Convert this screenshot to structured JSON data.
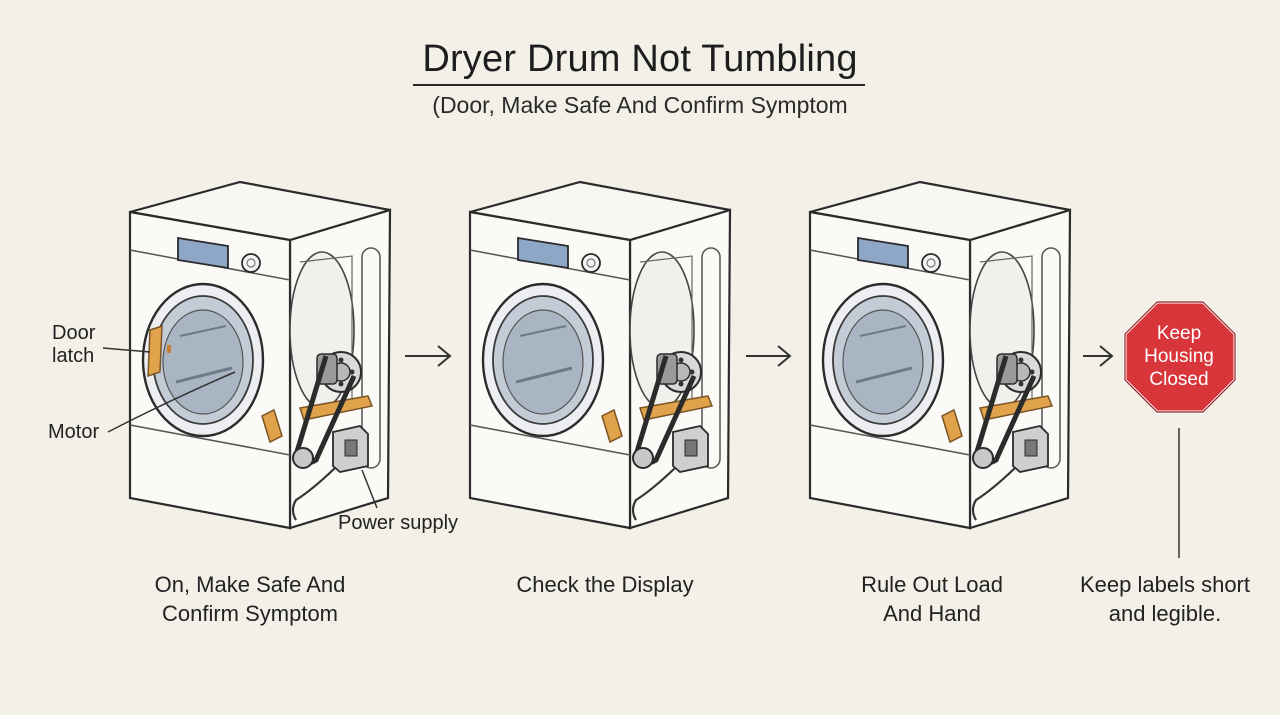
{
  "title": "Dryer Drum Not Tumbling",
  "subtitle": "(Door, Make Safe And Confirm Symptom",
  "steps": [
    {
      "caption_line1": "On, Make Safe And",
      "caption_line2": "Confirm Symptom"
    },
    {
      "caption_line1": "Check the Display",
      "caption_line2": ""
    },
    {
      "caption_line1": "Rule Out Load",
      "caption_line2": "And Hand"
    }
  ],
  "callouts": {
    "door_latch_line1": "Door",
    "door_latch_line2": "latch",
    "motor": "Motor",
    "power_supply": "Power supply"
  },
  "stop_sign": {
    "line1": "Keep",
    "line2": "Housing",
    "line3": "Closed",
    "color": "#d8363a"
  },
  "final_note": {
    "line1": "Keep labels short",
    "line2": "and legible."
  },
  "colors": {
    "background": "#f3f0e8",
    "accent_belt_bracket": "#e0a24a",
    "display_screen": "#8fa7c6"
  }
}
